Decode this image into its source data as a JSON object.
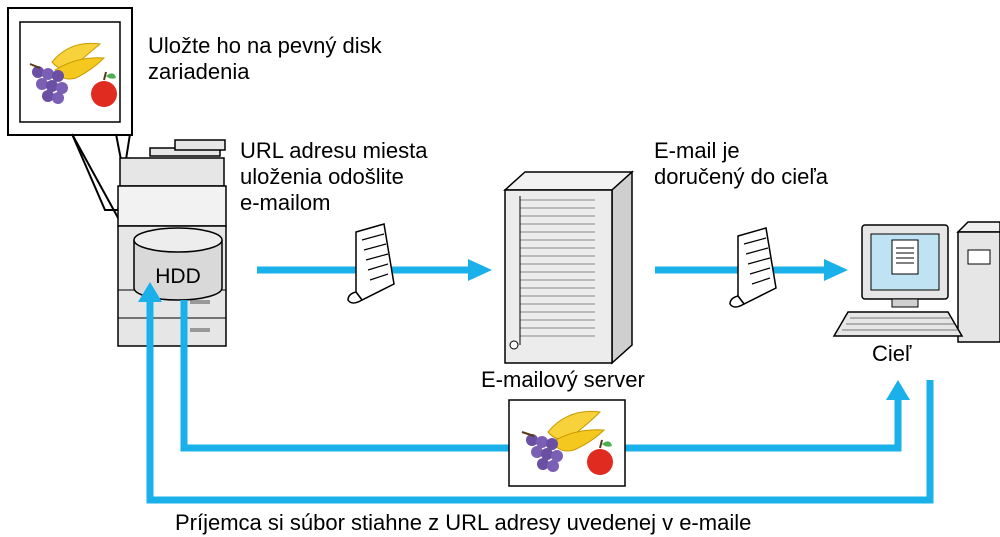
{
  "labels": {
    "save_to_hdd_line1": "Uložte ho na pevný disk",
    "save_to_hdd_line2": "zariadenia",
    "send_url_line1": "URL adresu miesta",
    "send_url_line2": "uloženia odošlite",
    "send_url_line3": "e-mailom",
    "delivered_line1": "E-mail je",
    "delivered_line2": "doručený do cieľa",
    "email_server": "E-mailový server",
    "destination": "Cieľ",
    "hdd": "HDD",
    "bottom_caption": "Príjemca si súbor stiahne z URL adresy uvedenej v e-maile"
  },
  "colors": {
    "arrow": "#1ab0ea",
    "outline": "#000000",
    "device_gray": "#e6e6e6",
    "screen_blue": "#bfe3f2"
  },
  "icons": [
    "image-file-icon",
    "multifunction-printer-icon",
    "hdd-icon",
    "email-document-icon",
    "server-tower-icon",
    "computer-icon"
  ]
}
